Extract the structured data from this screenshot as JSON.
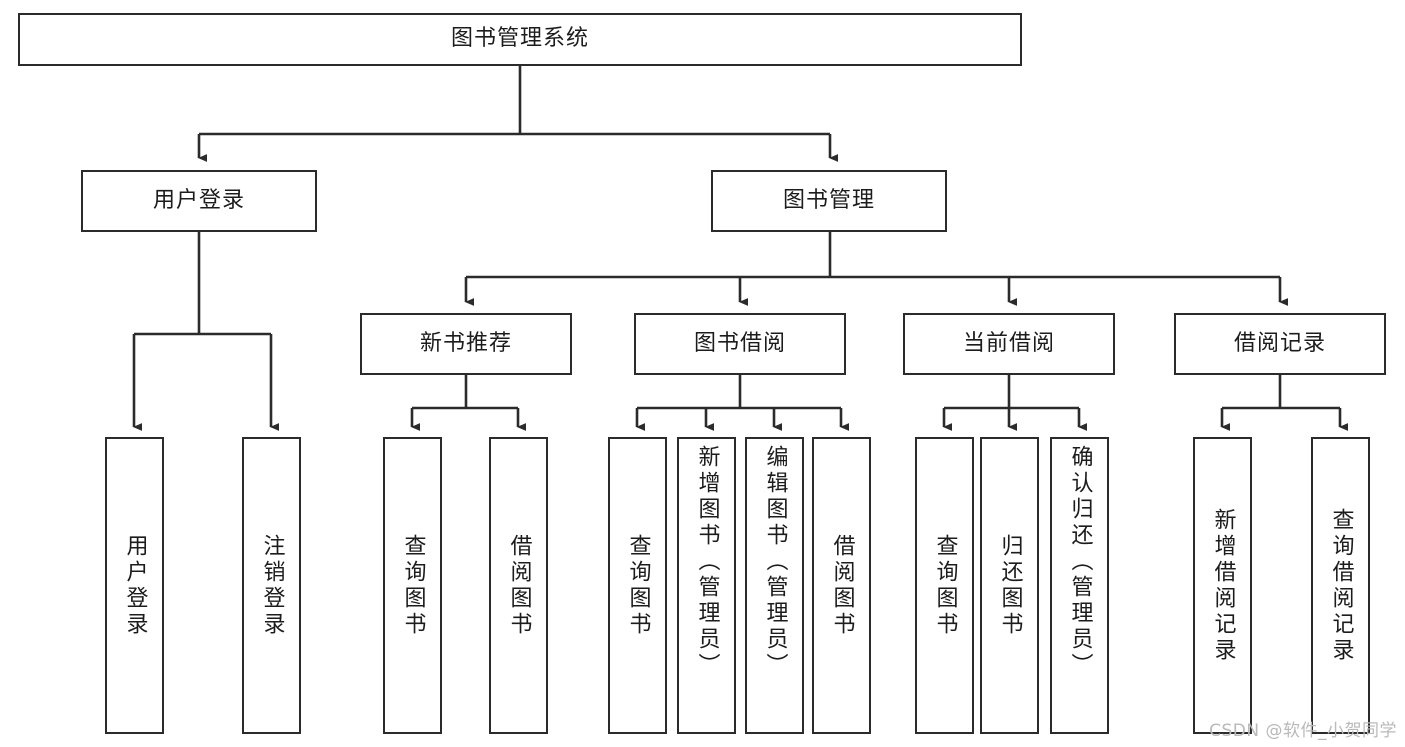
{
  "diagram": {
    "type": "hierarchy-tree",
    "title": "图书管理系统",
    "levels": {
      "root": {
        "label": "图书管理系统"
      },
      "level2": [
        {
          "id": "user-login",
          "label": "用户登录"
        },
        {
          "id": "book-management",
          "label": "图书管理"
        }
      ],
      "level3": [
        {
          "id": "new-book-recommend",
          "label": "新书推荐",
          "parent": "book-management"
        },
        {
          "id": "book-borrow",
          "label": "图书借阅",
          "parent": "book-management"
        },
        {
          "id": "current-borrow",
          "label": "当前借阅",
          "parent": "book-management"
        },
        {
          "id": "borrow-record",
          "label": "借阅记录",
          "parent": "book-management"
        }
      ],
      "leaves": [
        {
          "id": "leaf-user-login",
          "label": "用户登录",
          "parent": "user-login"
        },
        {
          "id": "leaf-logout-login",
          "label": "注销登录",
          "parent": "user-login"
        },
        {
          "id": "leaf-query-book-1",
          "label": "查询图书",
          "parent": "new-book-recommend"
        },
        {
          "id": "leaf-borrow-book-1",
          "label": "借阅图书",
          "parent": "new-book-recommend"
        },
        {
          "id": "leaf-query-book-2",
          "label": "查询图书",
          "parent": "book-borrow"
        },
        {
          "id": "leaf-add-book",
          "label": "新增图书（管理员）",
          "parent": "book-borrow"
        },
        {
          "id": "leaf-edit-book",
          "label": "编辑图书（管理员）",
          "parent": "book-borrow"
        },
        {
          "id": "leaf-borrow-book-2",
          "label": "借阅图书",
          "parent": "book-borrow"
        },
        {
          "id": "leaf-query-book-3",
          "label": "查询图书",
          "parent": "current-borrow"
        },
        {
          "id": "leaf-return-book",
          "label": "归还图书",
          "parent": "current-borrow"
        },
        {
          "id": "leaf-confirm-return",
          "label": "确认归还（管理员）",
          "parent": "current-borrow"
        },
        {
          "id": "leaf-add-record",
          "label": "新增借阅记录",
          "parent": "borrow-record"
        },
        {
          "id": "leaf-query-record",
          "label": "查询借阅记录",
          "parent": "borrow-record"
        }
      ]
    },
    "colors": {
      "border": "#2b2b2b",
      "background": "#ffffff",
      "text": "#1c1c1c",
      "watermark": "#b9b9b9"
    }
  },
  "watermark": {
    "text": "CSDN @软件_小贺同学"
  }
}
